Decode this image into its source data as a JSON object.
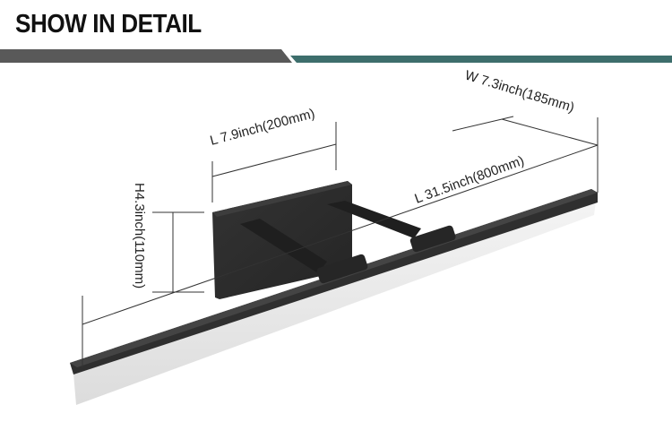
{
  "header": {
    "title": "SHOW IN DETAIL"
  },
  "colors": {
    "band_gray": "#595959",
    "band_teal": "#3d6e6c",
    "fixture": "#2b2b2b"
  },
  "dimensions": {
    "width": "W 7.3inch(185mm)",
    "length": "L 31.5inch(800mm)",
    "backplate_length": "L 7.9inch(200mm)",
    "height": "H4.3inch(110mm)"
  }
}
